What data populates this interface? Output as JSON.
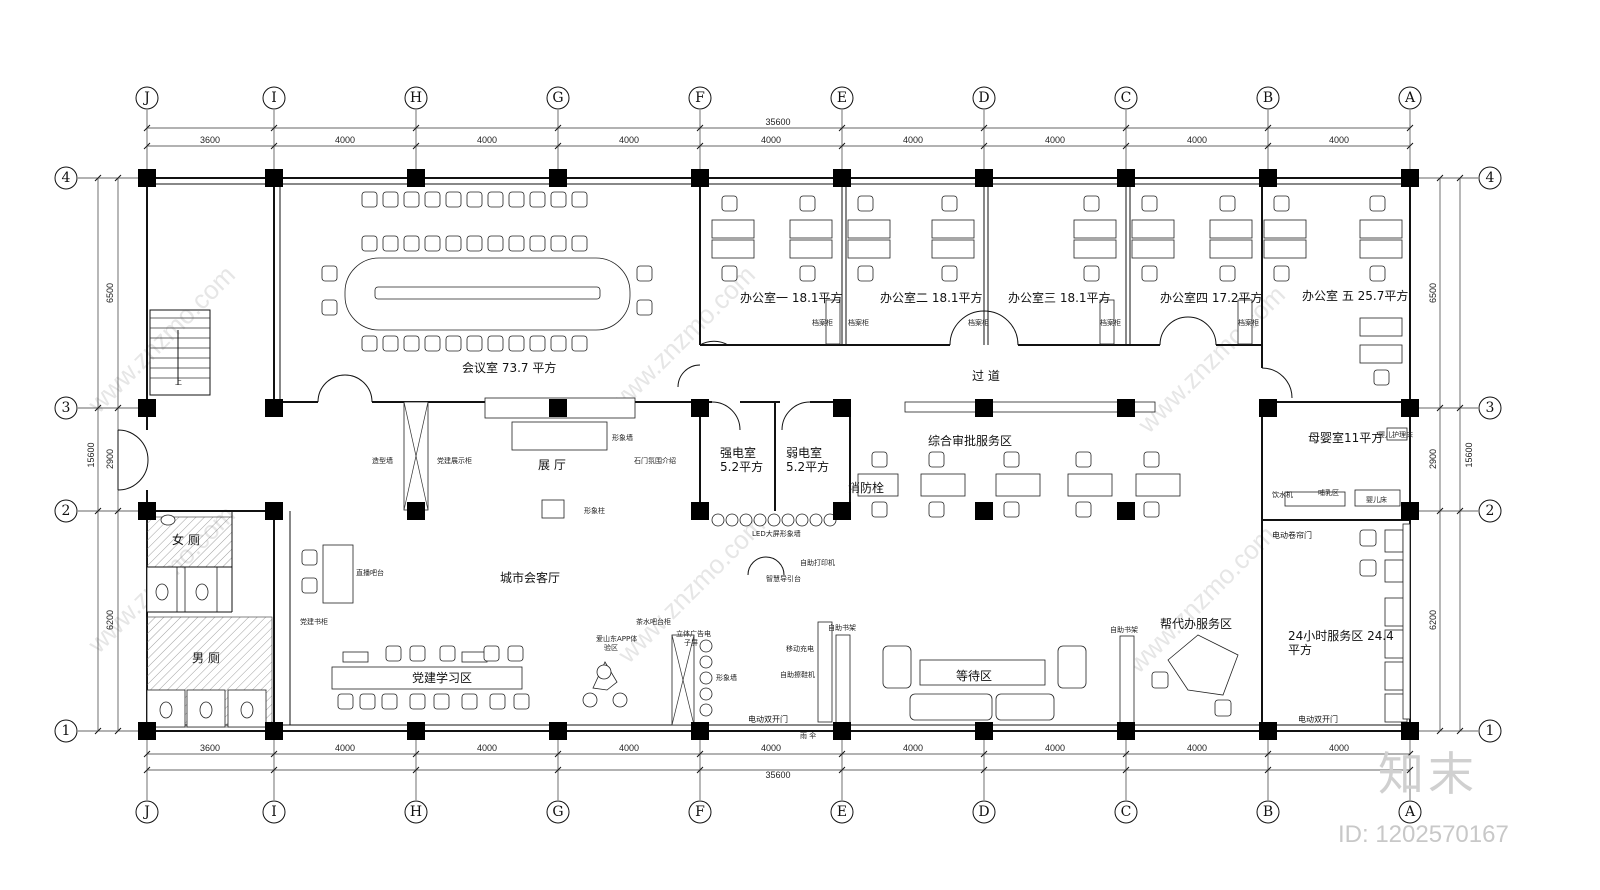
{
  "axes": {
    "columns": [
      "J",
      "I",
      "H",
      "G",
      "F",
      "E",
      "D",
      "C",
      "B",
      "A"
    ],
    "rows": [
      "4",
      "3",
      "2",
      "1"
    ]
  },
  "dimensions": {
    "total": "35600",
    "top_segments": [
      "3600",
      "4000",
      "4000",
      "4000",
      "4000",
      "4000",
      "4000",
      "4000",
      "4000"
    ],
    "bottom_segments": [
      "3600",
      "4000",
      "4000",
      "4000",
      "4000",
      "4000",
      "4000",
      "4000",
      "4000"
    ],
    "left_total": "15600",
    "left_segments": [
      "6500",
      "2900",
      "6200"
    ],
    "right_segments": [
      "6500",
      "2900",
      "6200"
    ],
    "right_total": "15600"
  },
  "rooms": {
    "meeting": "会议室 73.7 平方",
    "office1": "办公室一  18.1平方",
    "office2": "办公室二  18.1平方",
    "office3": "办公室三  18.1平方",
    "office4": "办公室四  17.2平方",
    "office5": "办公室 五  25.7平方",
    "corridor": "过 道",
    "strong_elec": "强电室",
    "strong_elec_area": "5.2平方",
    "weak_elec": "弱电室",
    "weak_elec_area": "5.2平方",
    "hall": "展 厅",
    "approval": "综合审批服务区",
    "fire": "消防栓",
    "mother": "母婴室11平方",
    "women": "女 厕",
    "men": "男 厕",
    "reception": "城市会客厅",
    "party_study": "党建学习区",
    "waiting": "等待区",
    "agency": "帮代办服务区",
    "service24": "24小时服务区  24.4",
    "service24_b": "平方"
  },
  "labels": {
    "file_cab1": "档案柜",
    "file_cab2": "档案柜",
    "file_cab3": "档案柜",
    "file_cab4": "档案柜",
    "file_cab5": "档案柜",
    "shape_wall": "造型墙",
    "party_display": "党建展示柜",
    "image_wall1": "形象墙",
    "stone_door": "石门氛围介绍",
    "image_col": "形象柱",
    "led_wall": "LED大屏形象墙",
    "live_desk": "直播吧台",
    "party_books": "党建书柜",
    "tea_bar": "茶水吧台柜",
    "ad_machine": "立体广告电",
    "ad_machine_b": "子屏",
    "app_zone": "爱山东APP体",
    "app_zone_b": "验区",
    "image_wall2": "形象墙",
    "self_print": "自助打印机",
    "guide_desk": "智慧导引台",
    "self_shelf1": "自助书架",
    "self_shelf2": "自助书架",
    "mobile_charge": "移动充电",
    "self_shoe": "自助擦鞋机",
    "umbrella": "雨 伞",
    "door_left": "电动双开门",
    "door_right": "电动双开门",
    "roller_door": "电动卷帘门",
    "water": "饮水机",
    "nursing": "哺乳区",
    "crib": "婴儿床",
    "baby_care": "婴儿护理床",
    "stairs_up": "上"
  },
  "watermark": {
    "text": "www.znzmo.com",
    "brand": "知末",
    "id": "ID: 1202570167"
  }
}
